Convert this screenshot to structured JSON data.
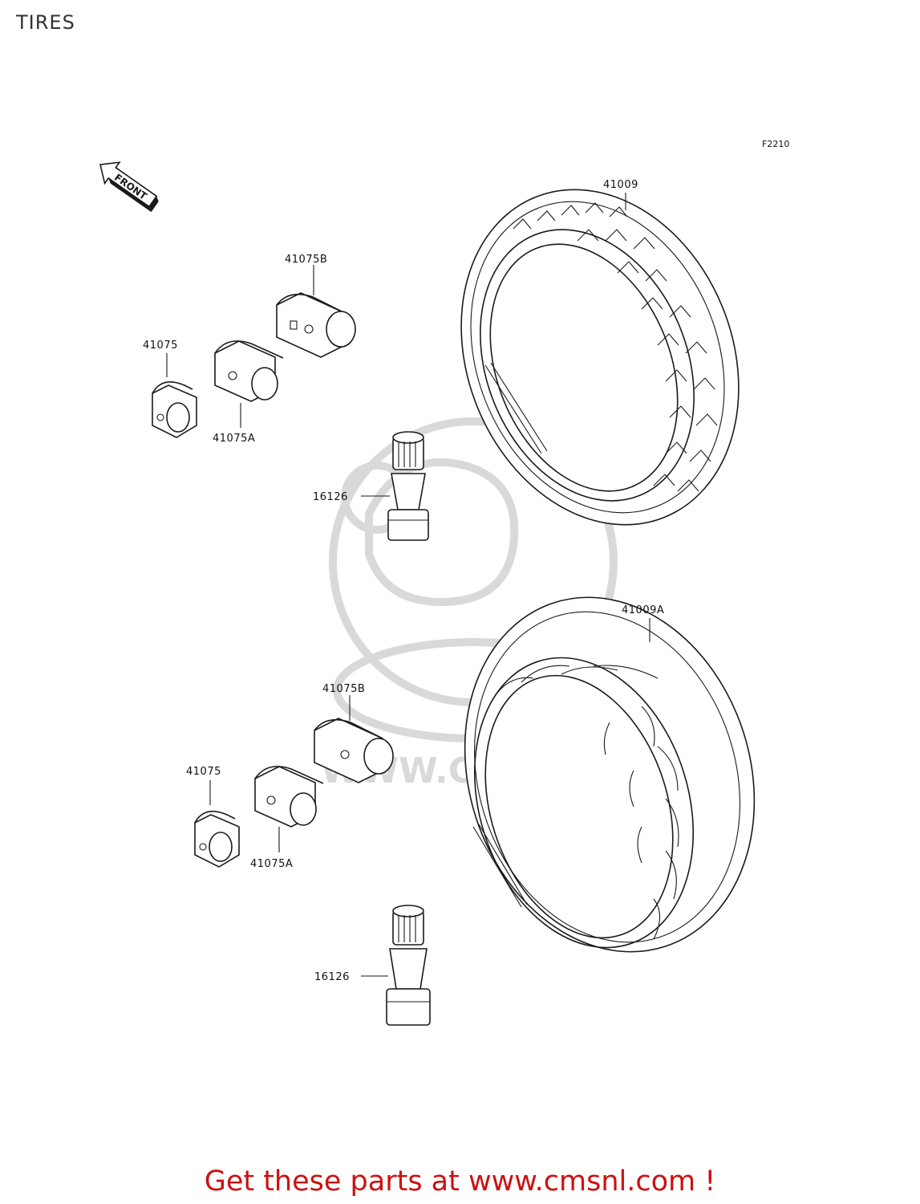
{
  "title": "TIRES",
  "figure_code": "F2210",
  "front_arrow_label": "FRONT",
  "watermark_text": "WWW.CMSNL.COM",
  "parts": {
    "tire_front": "41009",
    "tire_rear": "41009A",
    "weight_a_top": "41075",
    "weight_b_top": "41075A",
    "weight_c_top": "41075B",
    "valve_top": "16126",
    "weight_a_bottom": "41075",
    "weight_b_bottom": "41075A",
    "weight_c_bottom": "41075B",
    "valve_bottom": "16126"
  },
  "footer_text": "Get these parts at www.cmsnl.com !",
  "colors": {
    "footer": "#cc1111",
    "watermark": "#d9d9d9",
    "line": "#1a1a1a"
  }
}
